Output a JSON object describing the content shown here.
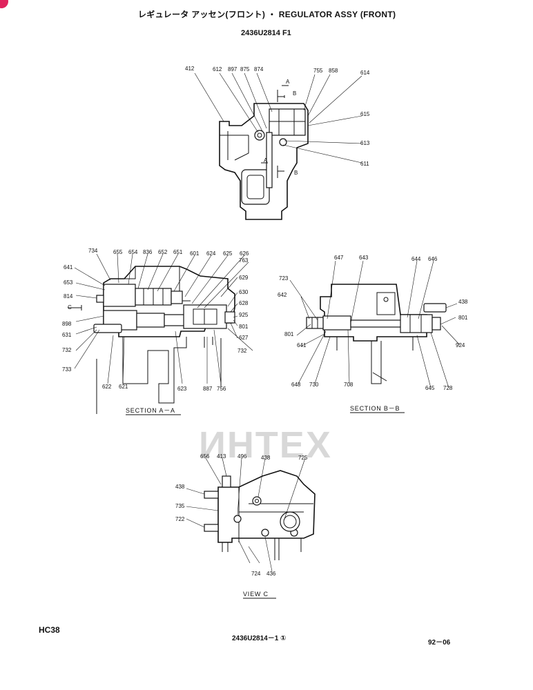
{
  "header": {
    "title": "レギュレータ アッセン(フロント) ・ REGULATOR ASSY (FRONT)",
    "part_number": "2436U2814 F1"
  },
  "footer": {
    "model": "HC38",
    "sheet": "2436U2814－1 ①",
    "date": "92－06"
  },
  "watermark": "ИНТЕХ",
  "views": {
    "section_aa": "SECTION A－A",
    "section_bb": "SECTION B－B",
    "view_c": "VIEW C"
  },
  "markers": {
    "a_top": "A",
    "b_top": "B",
    "a_bottom": "A",
    "b_bottom": "B",
    "c": "C"
  },
  "labels_top": [
    "412",
    "612",
    "897",
    "875",
    "874",
    "755",
    "858",
    "614",
    "615",
    "613",
    "611"
  ],
  "labels_aa": [
    "734",
    "655",
    "654",
    "836",
    "652",
    "651",
    "601",
    "624",
    "625",
    "626",
    "763",
    "641",
    "653",
    "814",
    "898",
    "631",
    "732",
    "733",
    "622",
    "621",
    "623",
    "887",
    "756",
    "732",
    "627",
    "801",
    "925",
    "628",
    "630",
    "629"
  ],
  "labels_bb": [
    "647",
    "643",
    "644",
    "646",
    "723",
    "642",
    "801",
    "641",
    "648",
    "730",
    "708",
    "645",
    "728",
    "924",
    "801",
    "438"
  ],
  "labels_c": [
    "656",
    "413",
    "496",
    "438",
    "725",
    "438",
    "735",
    "722",
    "724",
    "436"
  ],
  "colors": {
    "ink": "#111111",
    "watermark": "#d8d8d8",
    "corner_badge": "#e0245e"
  }
}
